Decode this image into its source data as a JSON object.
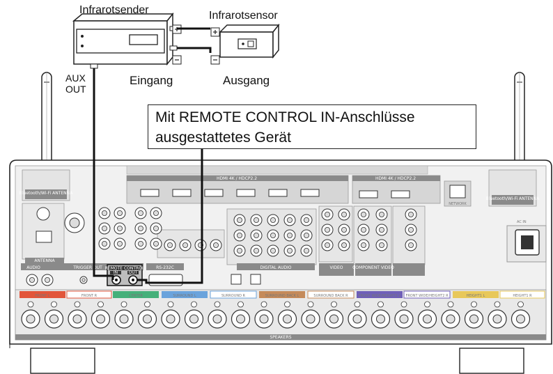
{
  "labels": {
    "ir_transmitter": "Infrarotsender",
    "ir_sensor": "Infrarotsensor",
    "aux_out_line1": "AUX",
    "aux_out_line2": "OUT",
    "input": "Eingang",
    "output": "Ausgang",
    "callout_line1": "Mit REMOTE CONTROL IN-Anschlüsse",
    "callout_line2": "ausgestattetes Gerät"
  },
  "panel": {
    "antenna_left": "Bluetooth/Wi-Fi\nANTENNA",
    "antenna_right": "Bluetooth/Wi-Fi\nANTENNA",
    "hdmi_header": "HDMI 4K / HDCP2.2",
    "network": "NETWORK",
    "ac_in": "AC IN",
    "antenna": "ANTENNA",
    "audio": "AUDIO",
    "trigger_out": "TRIGGER OUT",
    "remote_control": "REMOTE CONTROL",
    "remote_in": "IN",
    "remote_out": "OUT",
    "rs232c": "RS-232C",
    "digital_audio": "DIGITAL AUDIO",
    "video": "VIDEO",
    "component_video": "COMPONENT VIDEO",
    "speakers": "SPEAKERS",
    "speaker_channels": [
      "FRONT L",
      "FRONT R",
      "CENTER",
      "SURROUND L",
      "SURROUND R",
      "SURROUND BACK L",
      "SURROUND BACK R",
      "FRONT WIDE/HEIGHT2 L",
      "FRONT WIDE/HEIGHT2 R",
      "HEIGHT1 L",
      "HEIGHT1 R"
    ]
  },
  "colors": {
    "front": "#e2553a",
    "center": "#45b07a",
    "surround": "#6aa3dc",
    "surround_back": "#c58a5a",
    "front_wide": "#6f5fb8",
    "height": "#e8c85a",
    "cable": "#111111"
  }
}
